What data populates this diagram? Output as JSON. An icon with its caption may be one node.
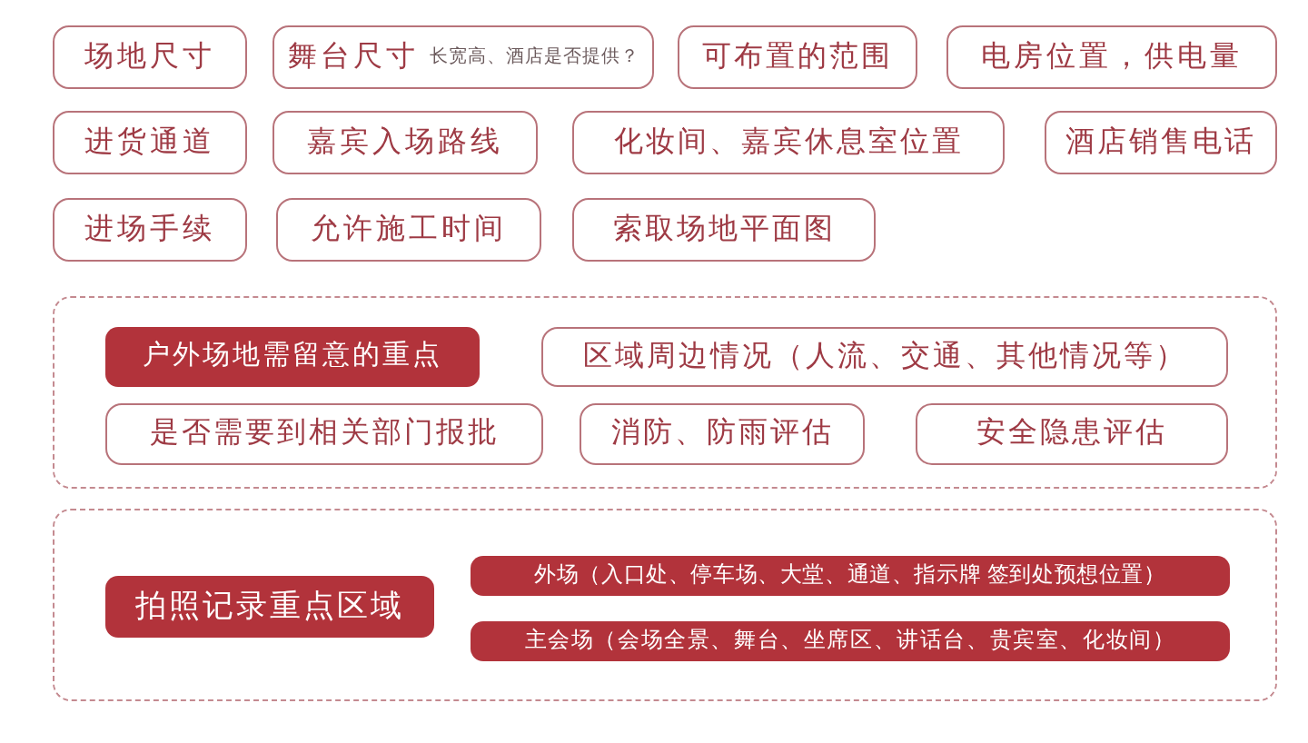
{
  "diagram": {
    "nodes": [
      {
        "text": [
          "场地尺寸"
        ]
      },
      {
        "text": [
          "舞台尺寸",
          "长宽高、酒店是否提供？"
        ]
      },
      {
        "text": [
          "可布置的范围"
        ]
      },
      {
        "text": [
          "电房位置，供电量"
        ]
      },
      {
        "text": [
          "进货通道"
        ]
      },
      {
        "text": [
          "嘉宾入场路线"
        ]
      },
      {
        "text": [
          "化妆间、嘉宾休息室位置"
        ]
      },
      {
        "text": [
          "酒店销售电话"
        ]
      },
      {
        "text": [
          "进场手续"
        ]
      },
      {
        "text": [
          "允许施工时间"
        ]
      },
      {
        "text": [
          "索取场地平面图"
        ]
      },
      {
        "text": [],
        "shape": "box"
      },
      {
        "text": [
          "户外场地需留意的重点"
        ],
        "in": 11
      },
      {
        "text": [
          "区域周边情况（人流、交通、其他情况等）"
        ],
        "in": 11
      },
      {
        "text": [
          "是否需要到相关部门报批"
        ],
        "in": 11
      },
      {
        "text": [
          "消防、防雨评估"
        ],
        "in": 11
      },
      {
        "text": [
          "安全隐患评估"
        ],
        "in": 11
      },
      {
        "text": [],
        "shape": "box"
      },
      {
        "text": [
          "拍照记录重点区域"
        ],
        "in": 17
      },
      {
        "text": [
          "外场（入口处、停车场、大堂、通道、指示牌 签到处预想位置）"
        ],
        "in": 17
      },
      {
        "text": [
          "主会场（会场全景、舞台、坐席区、讲话台、贵宾室、化妆间）"
        ],
        "in": 17
      }
    ]
  }
}
